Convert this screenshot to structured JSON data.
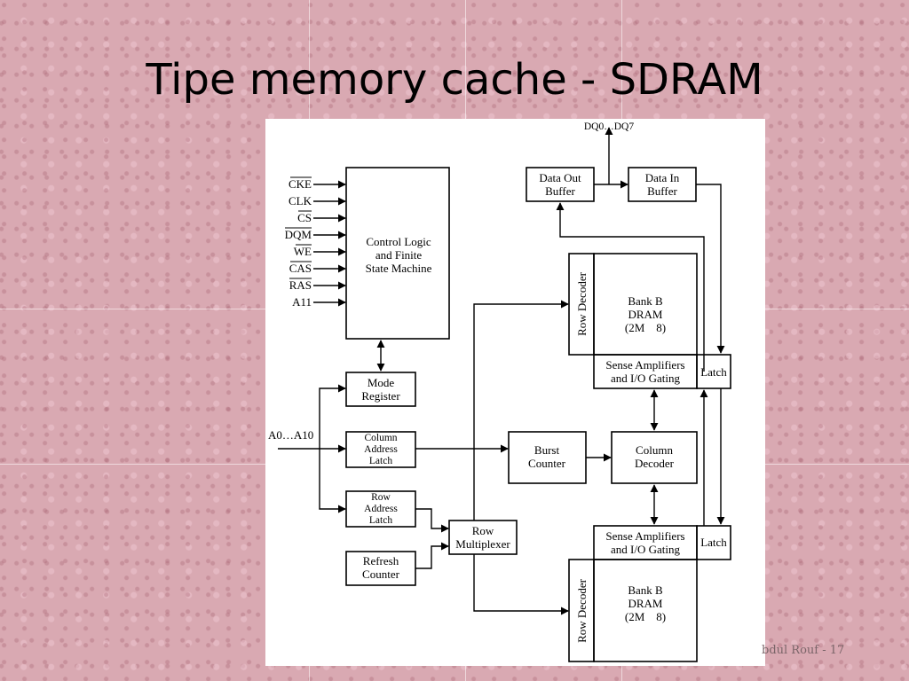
{
  "slide": {
    "title": "Tipe memory cache - SDRAM",
    "footer": "bdul Rouf - 17"
  },
  "diagram": {
    "control_inputs": [
      "CKE",
      "CLK",
      "CS",
      "DQM",
      "WE",
      "CAS",
      "RAS",
      "A11"
    ],
    "overlined_inputs": [
      "CKE",
      "CS",
      "DQM",
      "WE",
      "CAS",
      "RAS"
    ],
    "address_input": "A0…A10",
    "data_bus": "DQ0…DQ7",
    "control_logic": [
      "Control Logic",
      "and Finite",
      "State Machine"
    ],
    "mode_register": [
      "Mode",
      "Register"
    ],
    "column_address_latch": [
      "Column",
      "Address",
      "Latch"
    ],
    "row_address_latch": [
      "Row",
      "Address",
      "Latch"
    ],
    "refresh_counter": [
      "Refresh",
      "Counter"
    ],
    "row_multiplexer": [
      "Row",
      "Multiplexer"
    ],
    "burst_counter": [
      "Burst",
      "Counter"
    ],
    "column_decoder": [
      "Column",
      "Decoder"
    ],
    "data_out_buffer": [
      "Data Out",
      "Buffer"
    ],
    "data_in_buffer": [
      "Data In",
      "Buffer"
    ],
    "row_decoder": "Row Decoder",
    "bank_top": [
      "Bank B",
      "DRAM",
      "(2M    8)"
    ],
    "bank_bottom": [
      "Bank B",
      "DRAM",
      "(2M    8)"
    ],
    "sense_amplifiers": [
      "Sense Amplifiers",
      "and I/O Gating"
    ],
    "latch": "Latch"
  }
}
